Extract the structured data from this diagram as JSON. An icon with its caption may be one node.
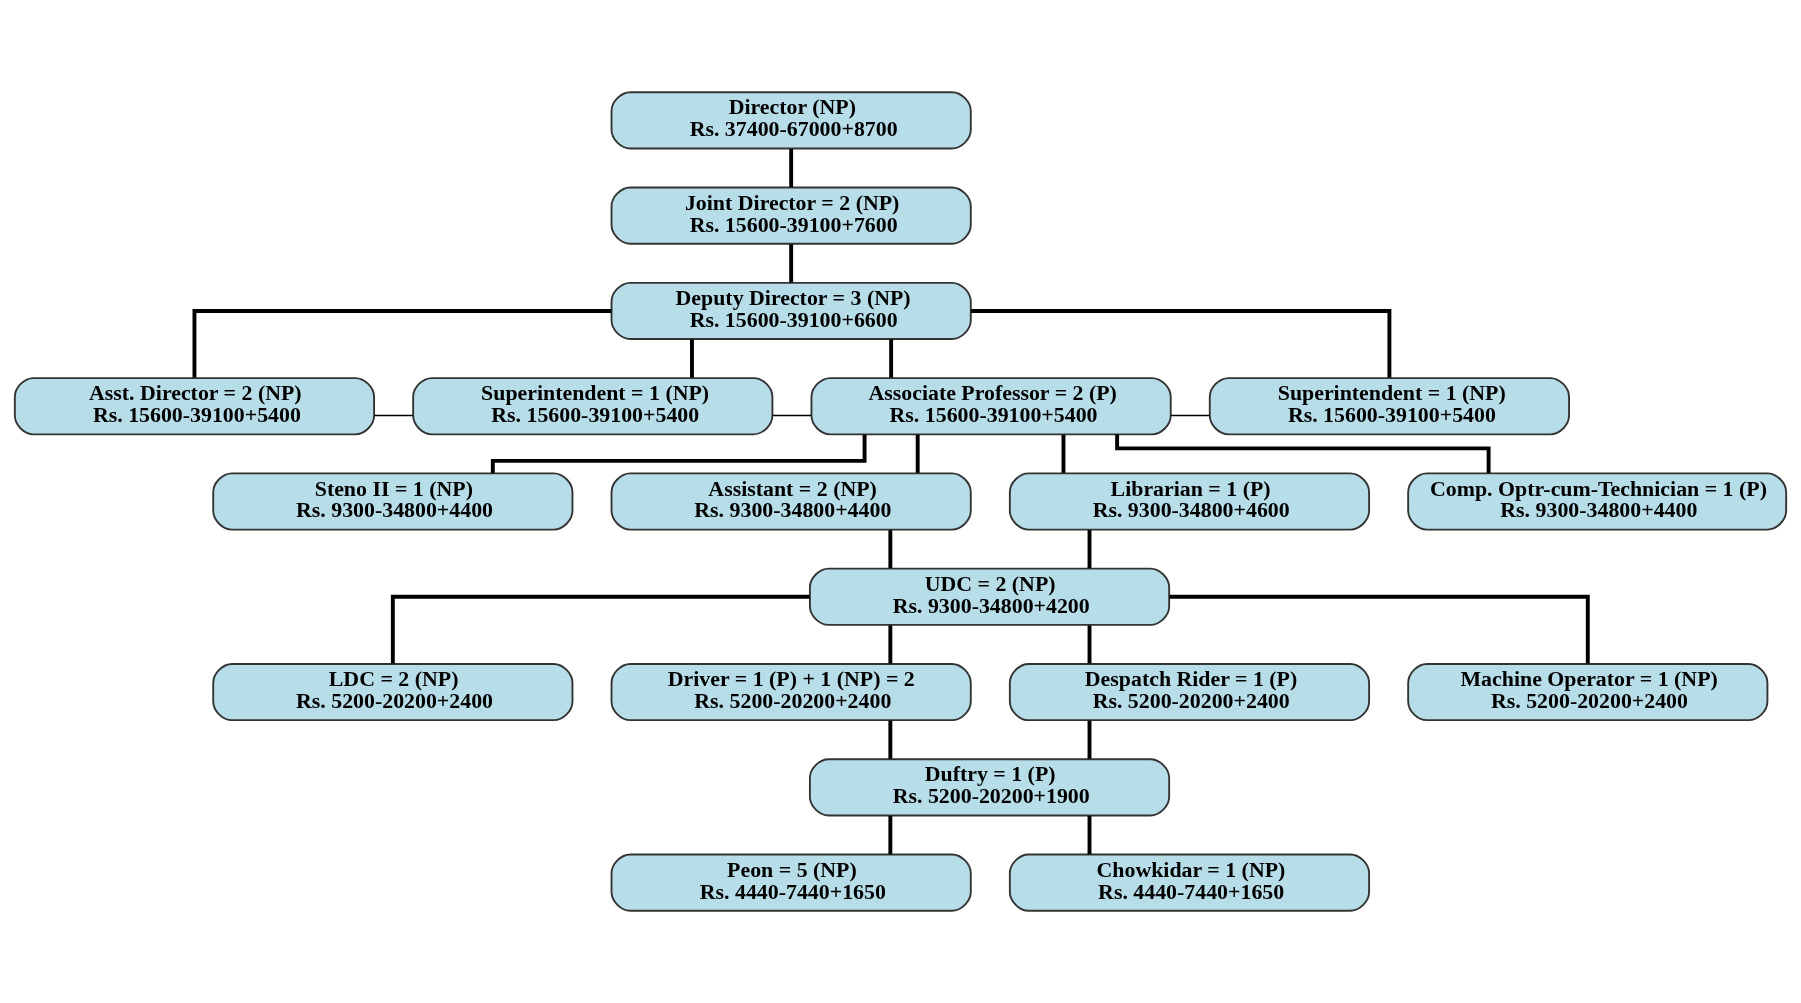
{
  "diagram": {
    "nodes": [
      {
        "text": [
          "Director (NP)",
          "Rs. 37400-67000+8700"
        ]
      },
      {
        "text": [
          "Joint Director = 2 (NP)",
          "Rs. 15600-39100+7600"
        ]
      },
      {
        "text": [
          "Deputy Director = 3 (NP)",
          "Rs. 15600-39100+6600"
        ]
      },
      {
        "text": [
          "Asst. Director = 2 (NP)",
          "Rs. 15600-39100+5400"
        ]
      },
      {
        "text": [
          "Superintendent = 1 (NP)",
          "Rs. 15600-39100+5400"
        ]
      },
      {
        "text": [
          "Associate Professor = 2 (P)",
          "Rs. 15600-39100+5400"
        ]
      },
      {
        "text": [
          "Superintendent = 1 (NP)",
          "Rs. 15600-39100+5400"
        ]
      },
      {
        "text": [
          "Steno II = 1 (NP)",
          "Rs. 9300-34800+4400"
        ]
      },
      {
        "text": [
          "Assistant = 2 (NP)",
          "Rs. 9300-34800+4400"
        ]
      },
      {
        "text": [
          "Librarian = 1 (P)",
          "Rs. 9300-34800+4600"
        ]
      },
      {
        "text": [
          "Comp. Optr-cum-Technician = 1 (P)",
          "Rs. 9300-34800+4400"
        ]
      },
      {
        "text": [
          "UDC = 2 (NP)",
          "Rs. 9300-34800+4200"
        ]
      },
      {
        "text": [
          "LDC = 2 (NP)",
          "Rs. 5200-20200+2400"
        ]
      },
      {
        "text": [
          "Driver = 1 (P) + 1 (NP) = 2",
          "Rs. 5200-20200+2400"
        ]
      },
      {
        "text": [
          "Despatch Rider = 1 (P)",
          "Rs. 5200-20200+2400"
        ]
      },
      {
        "text": [
          "Machine Operator = 1 (NP)",
          "Rs. 5200-20200+2400"
        ]
      },
      {
        "text": [
          "Duftry = 1 (P)",
          "Rs. 5200-20200+1900"
        ]
      },
      {
        "text": [
          "Peon = 5 (NP)",
          "Rs. 4440-7440+1650"
        ]
      },
      {
        "text": [
          "Chowkidar = 1 (NP)",
          "Rs. 4440-7440+1650"
        ]
      }
    ],
    "edges": [
      {
        "from": 0,
        "to": 1,
        "arrow": "none"
      },
      {
        "from": 1,
        "to": 2,
        "arrow": "none"
      },
      {
        "from": 2,
        "to": 3,
        "arrow": "none"
      },
      {
        "from": 2,
        "to": 4,
        "arrow": "none"
      },
      {
        "from": 2,
        "to": 5,
        "arrow": "none"
      },
      {
        "from": 2,
        "to": 6,
        "arrow": "none"
      },
      {
        "from": 3,
        "to": 4,
        "arrow": "none"
      },
      {
        "from": 4,
        "to": 5,
        "arrow": "none"
      },
      {
        "from": 5,
        "to": 6,
        "arrow": "none"
      },
      {
        "from": 5,
        "to": 7,
        "arrow": "none"
      },
      {
        "from": 5,
        "to": 8,
        "arrow": "none"
      },
      {
        "from": 5,
        "to": 9,
        "arrow": "none"
      },
      {
        "from": 5,
        "to": 10,
        "arrow": "none"
      },
      {
        "from": 8,
        "to": 11,
        "arrow": "none"
      },
      {
        "from": 9,
        "to": 11,
        "arrow": "none"
      },
      {
        "from": 11,
        "to": 12,
        "arrow": "none"
      },
      {
        "from": 11,
        "to": 13,
        "arrow": "none"
      },
      {
        "from": 11,
        "to": 14,
        "arrow": "none"
      },
      {
        "from": 11,
        "to": 15,
        "arrow": "none"
      },
      {
        "from": 13,
        "to": 16,
        "arrow": "none"
      },
      {
        "from": 14,
        "to": 16,
        "arrow": "none"
      },
      {
        "from": 16,
        "to": 17,
        "arrow": "none"
      },
      {
        "from": 16,
        "to": 18,
        "arrow": "none"
      }
    ]
  }
}
